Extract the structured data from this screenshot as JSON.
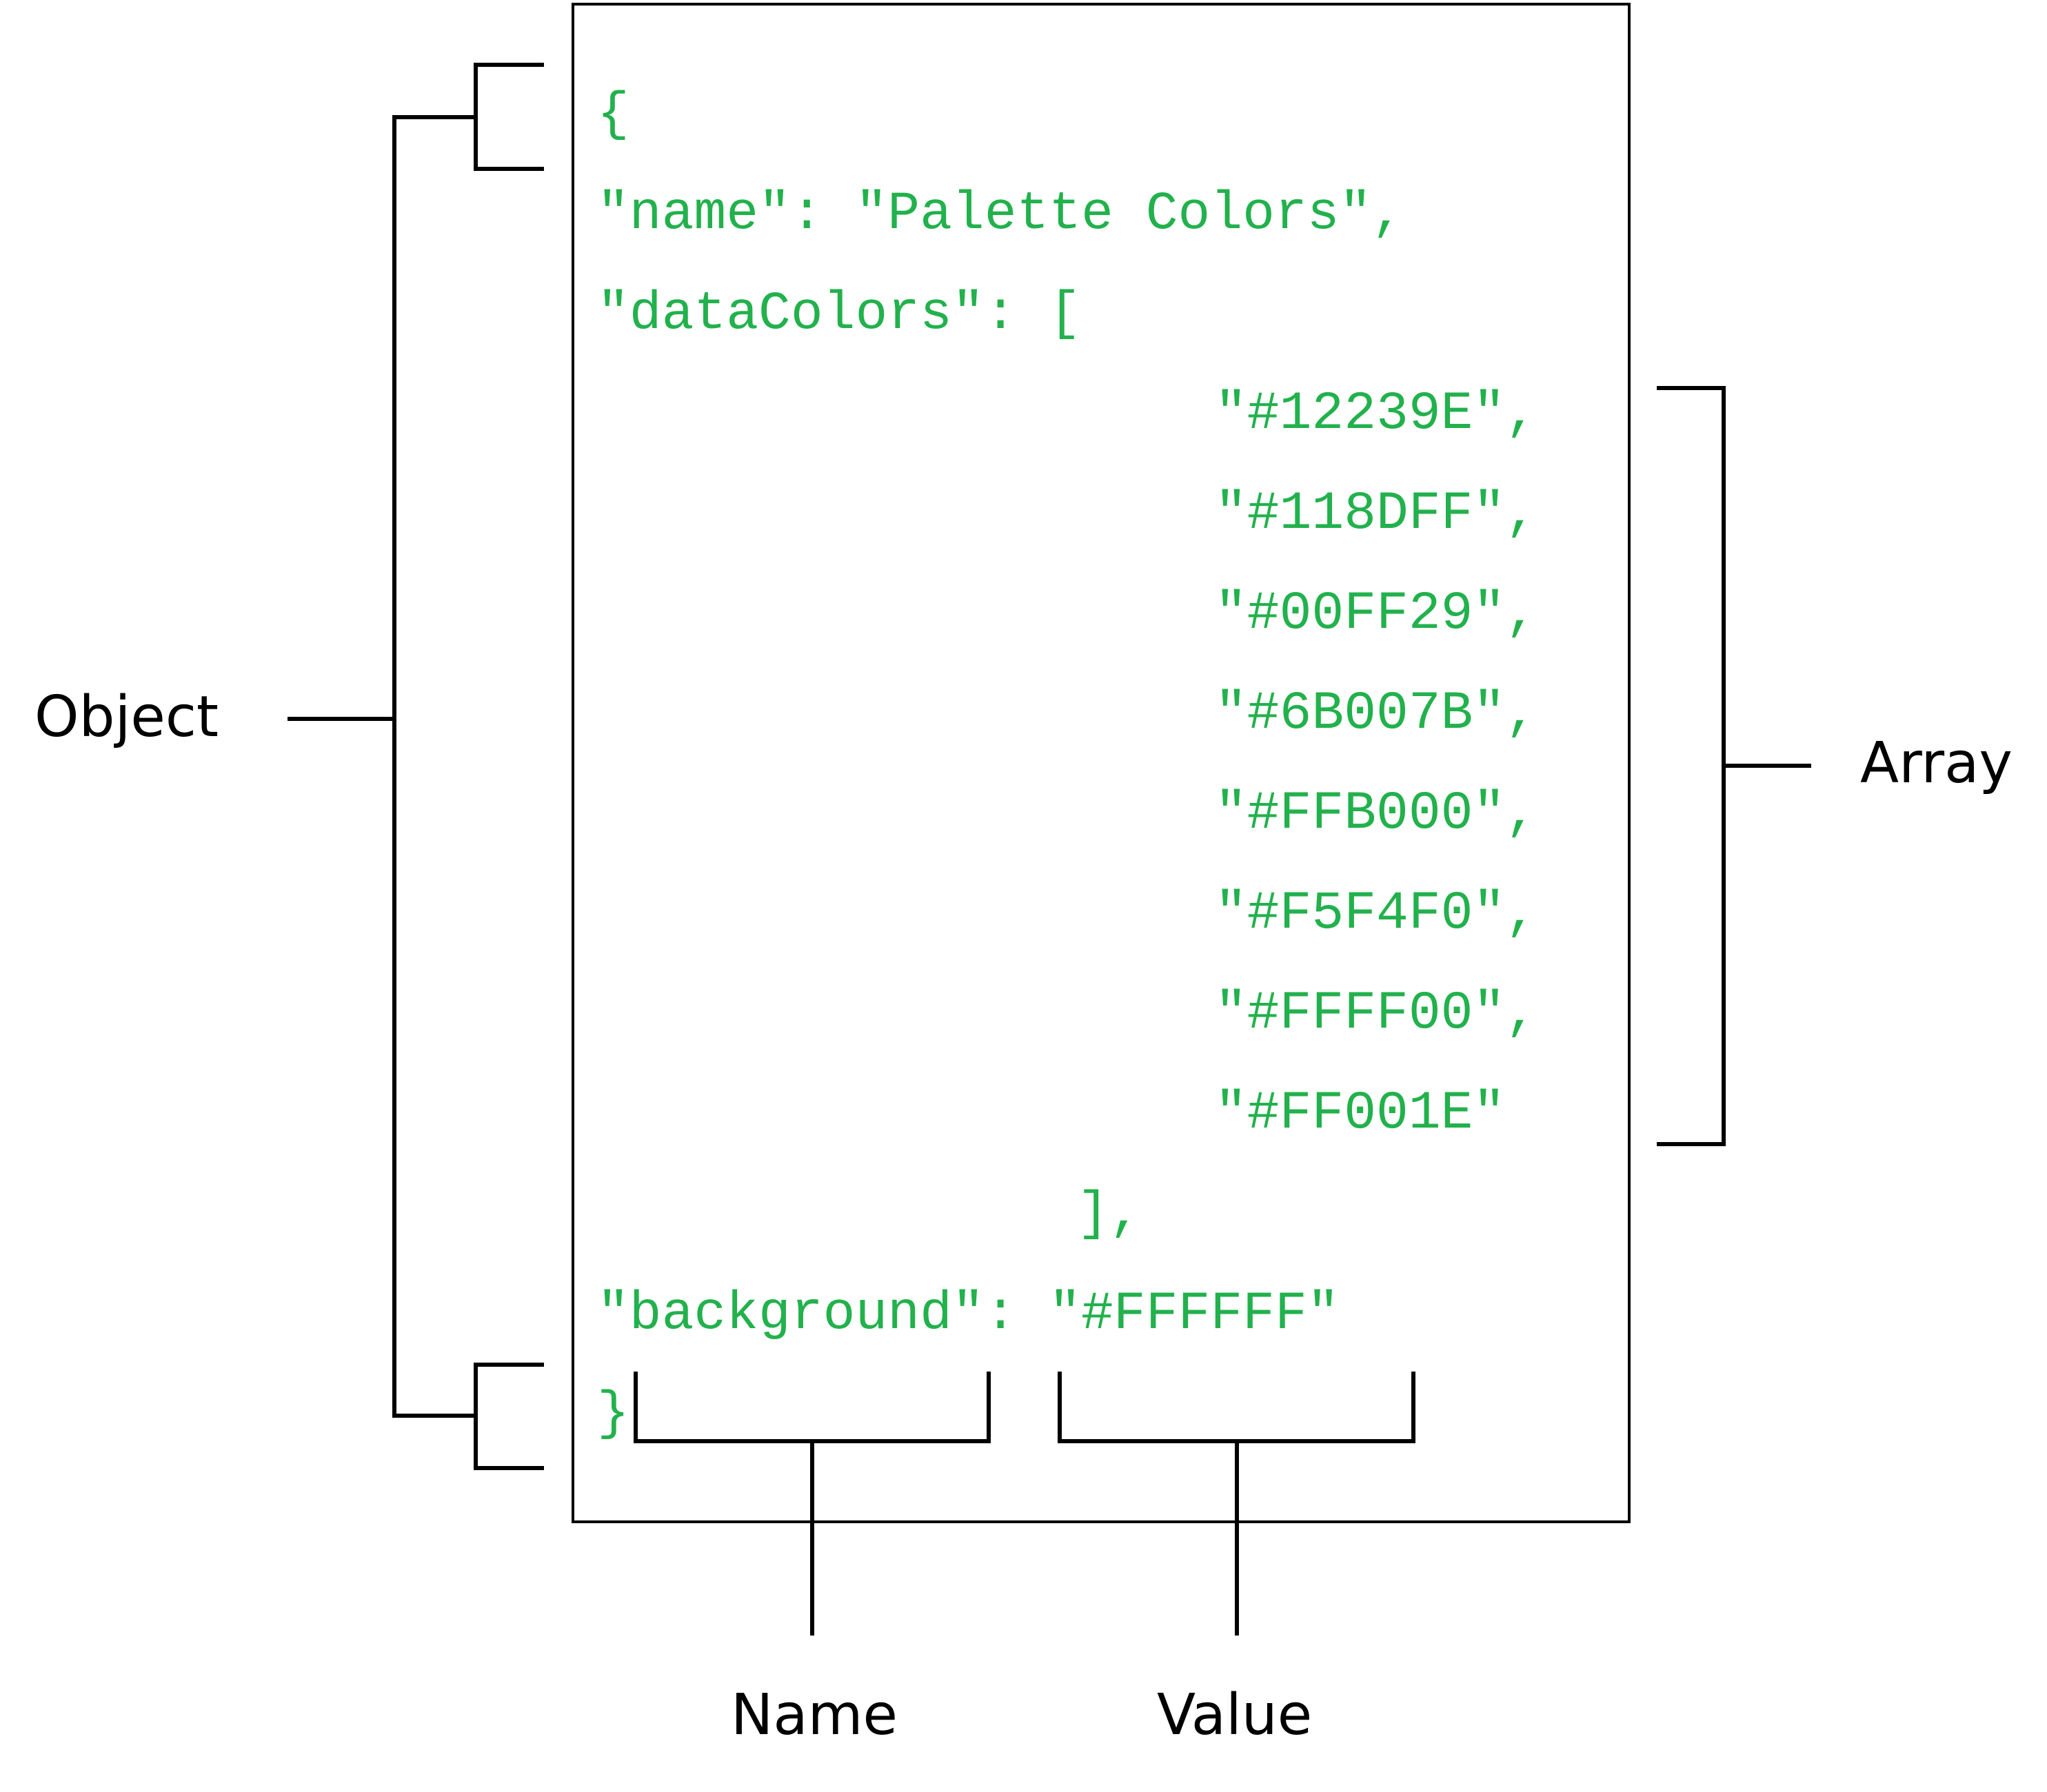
{
  "colors": {
    "code": "#22b14c",
    "lines": "#000000",
    "background": "#ffffff"
  },
  "code": {
    "open_brace": "{",
    "name_line": "\"name\": \"Palette Colors\",",
    "datacolors_line": "\"dataColors\": [",
    "array_items": [
      "\"#12239E\",",
      "\"#118DFF\",",
      "\"#00FF29\",",
      "\"#6B007B\",",
      "\"#FFB000\",",
      "\"#F5F4F0\",",
      "\"#FFFF00\",",
      "\"#FF001E\""
    ],
    "close_array": "],",
    "background_line": "\"background\": \"#FFFFFF\"",
    "close_brace": "}"
  },
  "labels": {
    "object": "Object",
    "array": "Array",
    "name": "Name",
    "value": "Value"
  }
}
